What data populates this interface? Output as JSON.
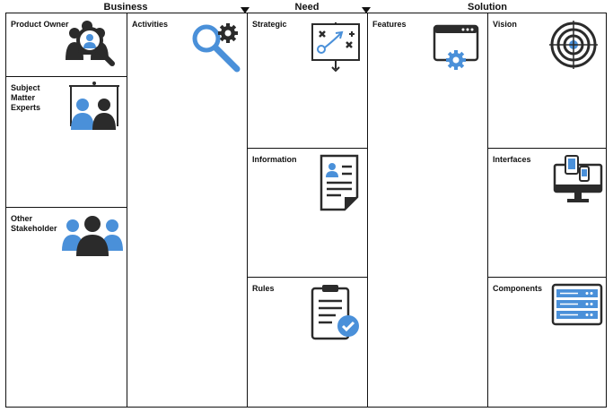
{
  "headers": {
    "business": "Business",
    "need": "Need",
    "solution": "Solution"
  },
  "business": {
    "product_owner": "Product Owner",
    "sme": "Subject\nMatter\nExperts",
    "other_stakeholder": "Other\nStakeholder",
    "activities": "Activities"
  },
  "need": {
    "strategic": "Strategic",
    "information": "Information",
    "rules": "Rules"
  },
  "solution": {
    "features": "Features",
    "vision": "Vision",
    "interfaces": "Interfaces",
    "components": "Components"
  },
  "colors": {
    "dark": "#2b2b2b",
    "blue": "#4a90d9",
    "line": "#111111"
  },
  "icons": {
    "product_owner": "people-magnifier-icon",
    "sme": "presentation-people-icon",
    "other_stakeholder": "group-people-icon",
    "activities": "search-gear-icon",
    "strategic": "strategy-board-icon",
    "information": "profile-document-icon",
    "rules": "clipboard-check-icon",
    "features": "browser-gear-icon",
    "vision": "target-icon",
    "interfaces": "devices-icon",
    "components": "server-rack-icon"
  }
}
